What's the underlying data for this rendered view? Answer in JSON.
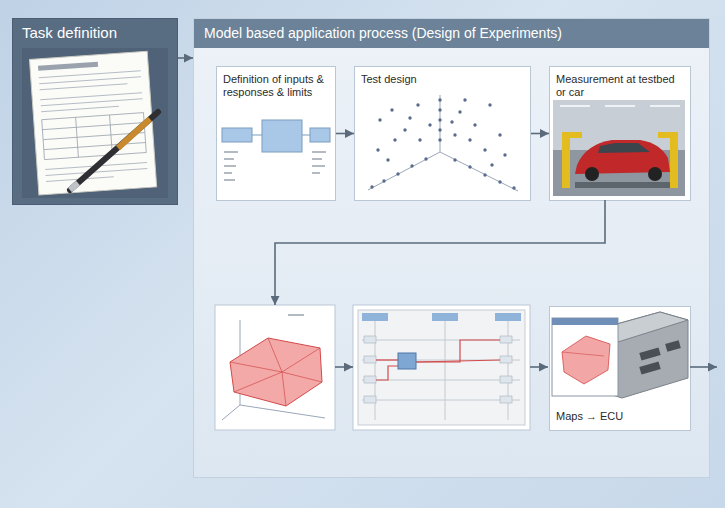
{
  "diagram": {
    "nodes": [
      {
        "text": [
          "Task definition"
        ]
      },
      {
        "text": [
          "Model based application process (Design of Experiments)"
        ]
      },
      {
        "text": [
          "Definition of inputs & responses & limits"
        ],
        "in": 1
      },
      {
        "text": [
          "Test design"
        ],
        "in": 1
      },
      {
        "text": [
          "Measurement at testbed or car"
        ],
        "in": 1
      },
      {
        "text": [
          "Maps → ECU"
        ],
        "in": 1
      }
    ],
    "edges": [
      {
        "from": 0,
        "to": 1,
        "arrow": "to"
      },
      {
        "from": 2,
        "to": 3,
        "arrow": "to"
      },
      {
        "from": 3,
        "to": 4,
        "arrow": "to"
      }
    ]
  }
}
